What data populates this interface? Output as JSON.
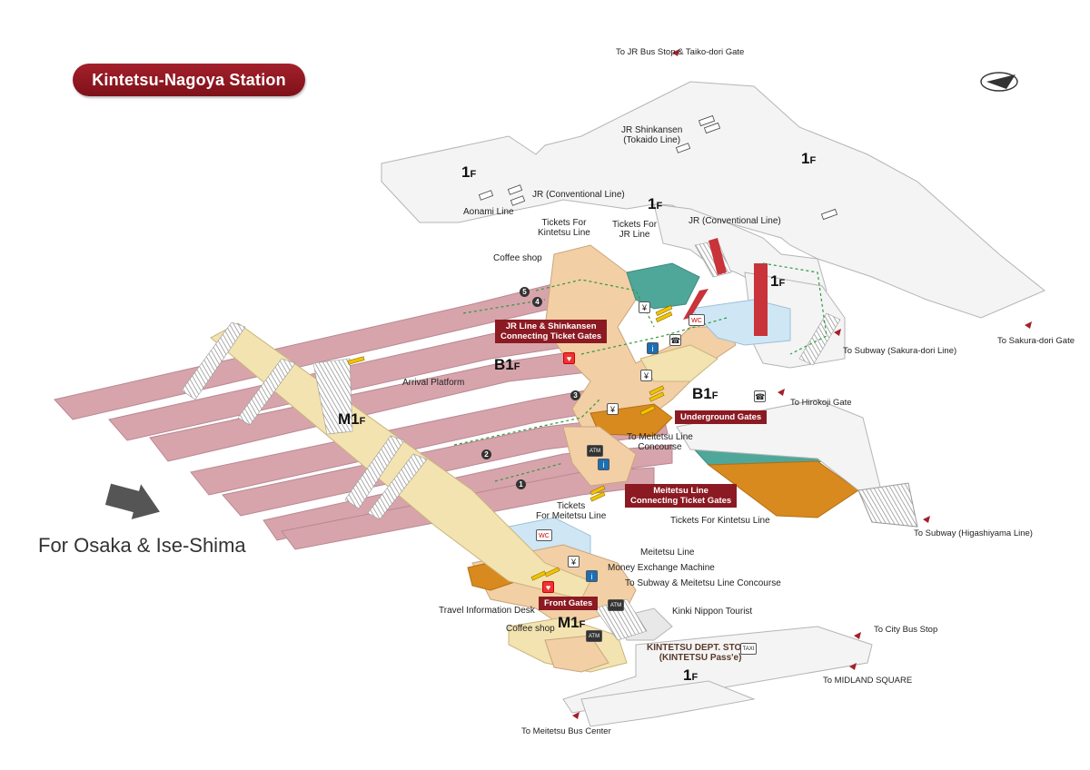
{
  "title": "Kintetsu-Nagoya Station",
  "direction_main": "For Osaka & Ise-Shima",
  "floors": {
    "f1_left": {
      "main": "1",
      "sub": "F"
    },
    "f1_mid": {
      "main": "1",
      "sub": "F"
    },
    "f1_right": {
      "main": "1",
      "sub": "F"
    },
    "f1_tower": {
      "main": "1",
      "sub": "F"
    },
    "b1_left": {
      "main": "B1",
      "sub": "F"
    },
    "b1_right": {
      "main": "B1",
      "sub": "F"
    },
    "m1_top": {
      "main": "M1",
      "sub": "F"
    },
    "m1_bottom": {
      "main": "M1",
      "sub": "F"
    },
    "f1_bottom": {
      "main": "1",
      "sub": "F"
    }
  },
  "labels": {
    "jr_shinkansen": "JR Shinkansen\n(Tokaido Line)",
    "jr_conventional_1": "JR (Conventional Line)",
    "jr_conventional_2": "JR (Conventional Line)",
    "aonami": "Aonami Line",
    "tickets_kintetsu": "Tickets For\nKintetsu Line",
    "tickets_jr": "Tickets For\nJR Line",
    "coffee_top": "Coffee shop",
    "arrival": "Arrival Platform",
    "meitetsu_concourse": "To Meitetsu Line\nConcourse",
    "tickets_meitetsu": "Tickets\nFor Meitetsu Line",
    "tickets_kintetsu_2": "Tickets For Kintetsu Line",
    "meitetsu_line": "Meitetsu Line",
    "money_exchange": "Money Exchange Machine",
    "subway_meitetsu": "To Subway & Meitetsu Line Concourse",
    "travel_desk": "Travel Information Desk",
    "kinki_tourist": "Kinki Nippon Tourist",
    "coffee_bottom": "Coffee shop",
    "dept_store": "KINTETSU DEPT. STORE\n(KINTETSU Pass'e)"
  },
  "tags": {
    "jr_gates": "JR Line & Shinkansen\nConnecting Ticket Gates",
    "underground_gates": "Underground Gates",
    "meitetsu_gates": "Meitetsu Line\nConnecting Ticket Gates",
    "front_gates": "Front Gates"
  },
  "destinations": {
    "jr_bus": "To JR Bus Stop & Taiko-dori Gate",
    "sakura_gate": "To Sakura-dori Gate",
    "subway_sakura": "To Subway (Sakura-dori Line)",
    "hirokoji": "To Hirokoji Gate",
    "subway_higashiyama": "To Subway (Higashiyama Line)",
    "city_bus": "To City Bus Stop",
    "midland": "To  MIDLAND SQUARE",
    "meitetsu_bus": "To Meitetsu Bus Center"
  },
  "platform_numbers": [
    "1",
    "2",
    "3",
    "4",
    "5"
  ],
  "icons": {
    "yen": "¥",
    "atm": "ATM",
    "phone": "☎",
    "heart": "♥",
    "toilet": "WC",
    "taxi": "TAXI",
    "info": "i"
  },
  "colors": {
    "platform": "#d7a4ac",
    "concourse": "#f2cfa5",
    "gate_orange": "#d98a1f",
    "teal": "#4fa79a",
    "cream": "#f3e3b0",
    "accent_red": "#8b1a22",
    "light_blue": "#cfe6f5"
  }
}
